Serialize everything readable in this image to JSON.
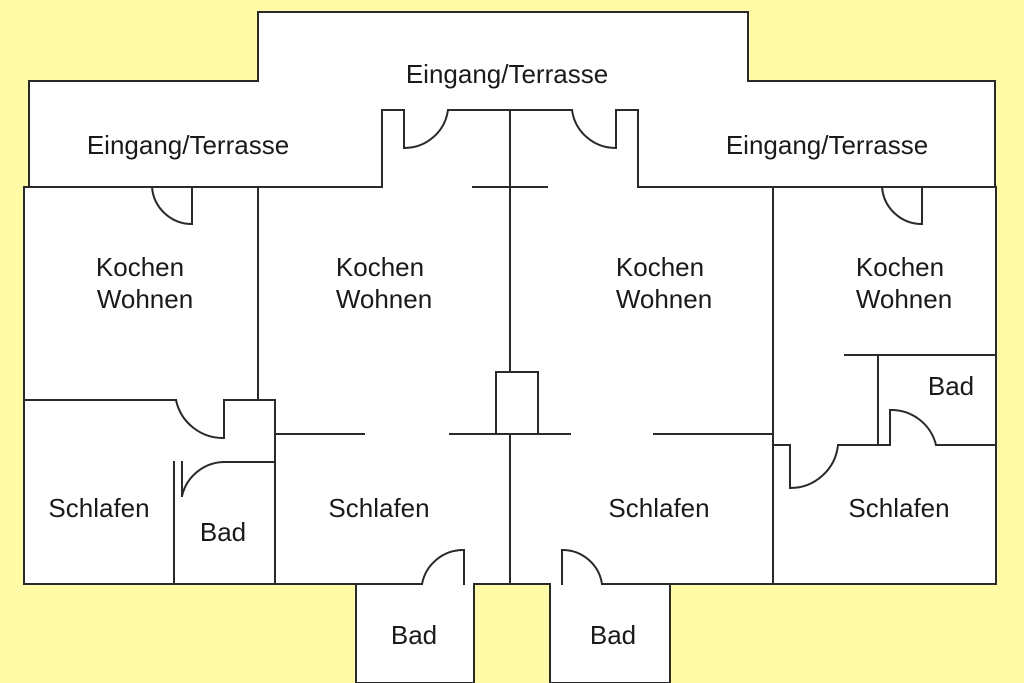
{
  "colors": {
    "background": "#FFFBA6",
    "floor": "#FFFFFF",
    "wall": "#2A2A2A",
    "text": "#1A1A1A"
  },
  "labels": {
    "entrance_center": "Eingang/Terrasse",
    "entrance_left": "Eingang/Terrasse",
    "entrance_right": "Eingang/Terrasse",
    "unit1": {
      "kitchen_line1": "Kochen",
      "kitchen_line2": "Wohnen",
      "bedroom": "Schlafen",
      "bath": "Bad"
    },
    "unit2": {
      "kitchen_line1": "Kochen",
      "kitchen_line2": "Wohnen",
      "bedroom": "Schlafen",
      "bath": "Bad"
    },
    "unit3": {
      "kitchen_line1": "Kochen",
      "kitchen_line2": "Wohnen",
      "bedroom": "Schlafen",
      "bath": "Bad"
    },
    "unit4": {
      "kitchen_line1": "Kochen",
      "kitchen_line2": "Wohnen",
      "bedroom": "Schlafen",
      "bath": "Bad"
    }
  }
}
